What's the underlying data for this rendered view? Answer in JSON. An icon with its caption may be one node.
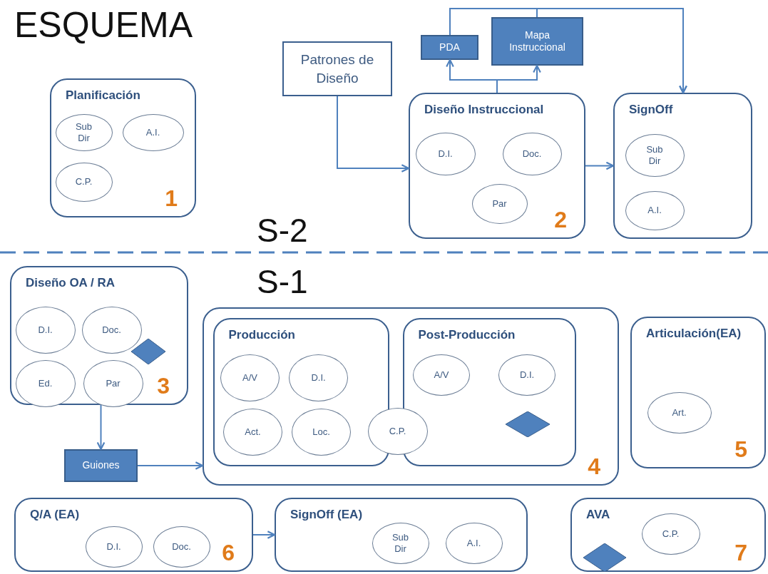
{
  "diagram": {
    "title": "ESQUEMA",
    "nodes": [
      {
        "text": [
          "Planificación",
          "1"
        ]
      },
      {
        "text": [
          "Sub Dir"
        ],
        "in": 0
      },
      {
        "text": [
          "A.I."
        ],
        "in": 0
      },
      {
        "text": [
          "C.P."
        ],
        "in": 0
      },
      {
        "text": [
          "Patrones de Diseño"
        ]
      },
      {
        "text": [
          "PDA"
        ]
      },
      {
        "text": [
          "Mapa Instruccional"
        ]
      },
      {
        "text": [
          "Diseño Instruccional",
          "2"
        ]
      },
      {
        "text": [
          "D.I."
        ],
        "in": 7
      },
      {
        "text": [
          "Doc."
        ],
        "in": 7
      },
      {
        "text": [
          "Par"
        ],
        "in": 7
      },
      {
        "text": [
          "SignOff"
        ]
      },
      {
        "text": [
          "Sub Dir"
        ],
        "in": 11
      },
      {
        "text": [
          "A.I."
        ],
        "in": 11
      },
      {
        "text": [
          "Diseño OA / RA",
          "3"
        ]
      },
      {
        "text": [
          "D.I."
        ],
        "in": 14
      },
      {
        "text": [
          "Doc."
        ],
        "in": 14
      },
      {
        "text": [],
        "shape": "diamond",
        "in": 14
      },
      {
        "text": [
          "Ed."
        ],
        "in": 14
      },
      {
        "text": [
          "Par"
        ],
        "in": 14
      },
      {
        "text": [
          "Guiones"
        ]
      },
      {
        "text": [
          "4"
        ]
      },
      {
        "text": [
          "Producción"
        ],
        "in": 21
      },
      {
        "text": [
          "A/V"
        ],
        "in": 22
      },
      {
        "text": [
          "D.I."
        ],
        "in": 22
      },
      {
        "text": [
          "Act."
        ],
        "in": 22
      },
      {
        "text": [
          "Loc."
        ],
        "in": 22
      },
      {
        "text": [
          "C.P."
        ],
        "in": 21
      },
      {
        "text": [
          "Post-Producción"
        ],
        "in": 21
      },
      {
        "text": [
          "A/V"
        ],
        "in": 28
      },
      {
        "text": [
          "D.I."
        ],
        "in": 28
      },
      {
        "text": [],
        "shape": "diamond",
        "in": 28
      },
      {
        "text": [
          "Articulación(EA)",
          "5"
        ]
      },
      {
        "text": [
          "Art."
        ],
        "in": 32
      },
      {
        "text": [
          "Q/A (EA)",
          "6"
        ]
      },
      {
        "text": [
          "D.I."
        ],
        "in": 34
      },
      {
        "text": [
          "Doc."
        ],
        "in": 34
      },
      {
        "text": [
          "SignOff (EA)"
        ]
      },
      {
        "text": [
          "Sub Dir"
        ],
        "in": 37
      },
      {
        "text": [
          "A.I."
        ],
        "in": 37
      },
      {
        "text": [
          "AVA",
          "7"
        ]
      },
      {
        "text": [],
        "shape": "diamond",
        "in": 40
      },
      {
        "text": [
          "C.P."
        ],
        "in": 40
      }
    ],
    "edges": [
      {
        "from": 4,
        "to": 7,
        "arrow": "to"
      },
      {
        "from": 7,
        "to": 5,
        "arrow": "to"
      },
      {
        "from": 7,
        "to": 6,
        "arrow": "to"
      },
      {
        "from": 5,
        "to": 11,
        "arrow": "to"
      },
      {
        "from": 6,
        "to": 11,
        "arrow": "to"
      },
      {
        "from": 7,
        "to": 11,
        "arrow": "to"
      },
      {
        "from": 14,
        "to": 20,
        "arrow": "to"
      },
      {
        "from": 20,
        "to": 21,
        "arrow": "to"
      },
      {
        "from": 34,
        "to": 37,
        "arrow": "to"
      }
    ],
    "labels": [
      "S-2",
      "S-1"
    ]
  }
}
